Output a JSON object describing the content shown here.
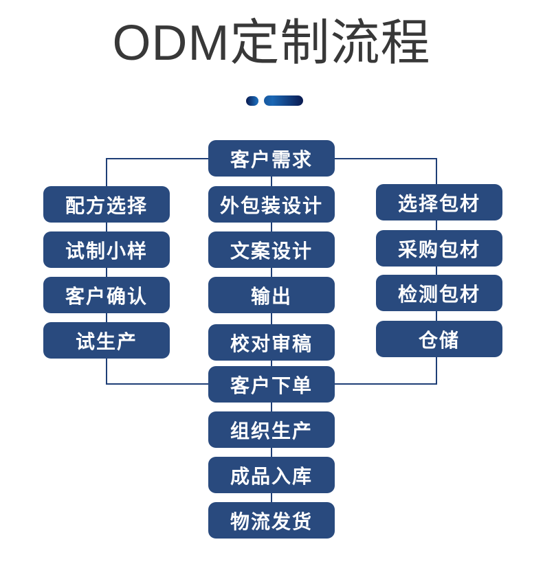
{
  "title": {
    "text": "ODM定制流程"
  },
  "flow": {
    "top": "客户需求",
    "left_column": [
      "配方选择",
      "试制小样",
      "客户确认",
      "试生产"
    ],
    "middle_column": [
      "外包装设计",
      "文案设计",
      "输出",
      "校对审稿"
    ],
    "right_column": [
      "选择包材",
      "采购包材",
      "检测包材",
      "仓储"
    ],
    "bottom_column": [
      "客户下单",
      "组织生产",
      "成品入库",
      "物流发货"
    ]
  },
  "colors": {
    "background": "#ffffff",
    "title_gray": "#383838",
    "box_blue": "#294a7e",
    "box_text": "#ffffff",
    "line_blue": "#1e3e76",
    "accent_blue_light": "#1b67b4",
    "accent_navy_dark": "#0a1a50"
  }
}
